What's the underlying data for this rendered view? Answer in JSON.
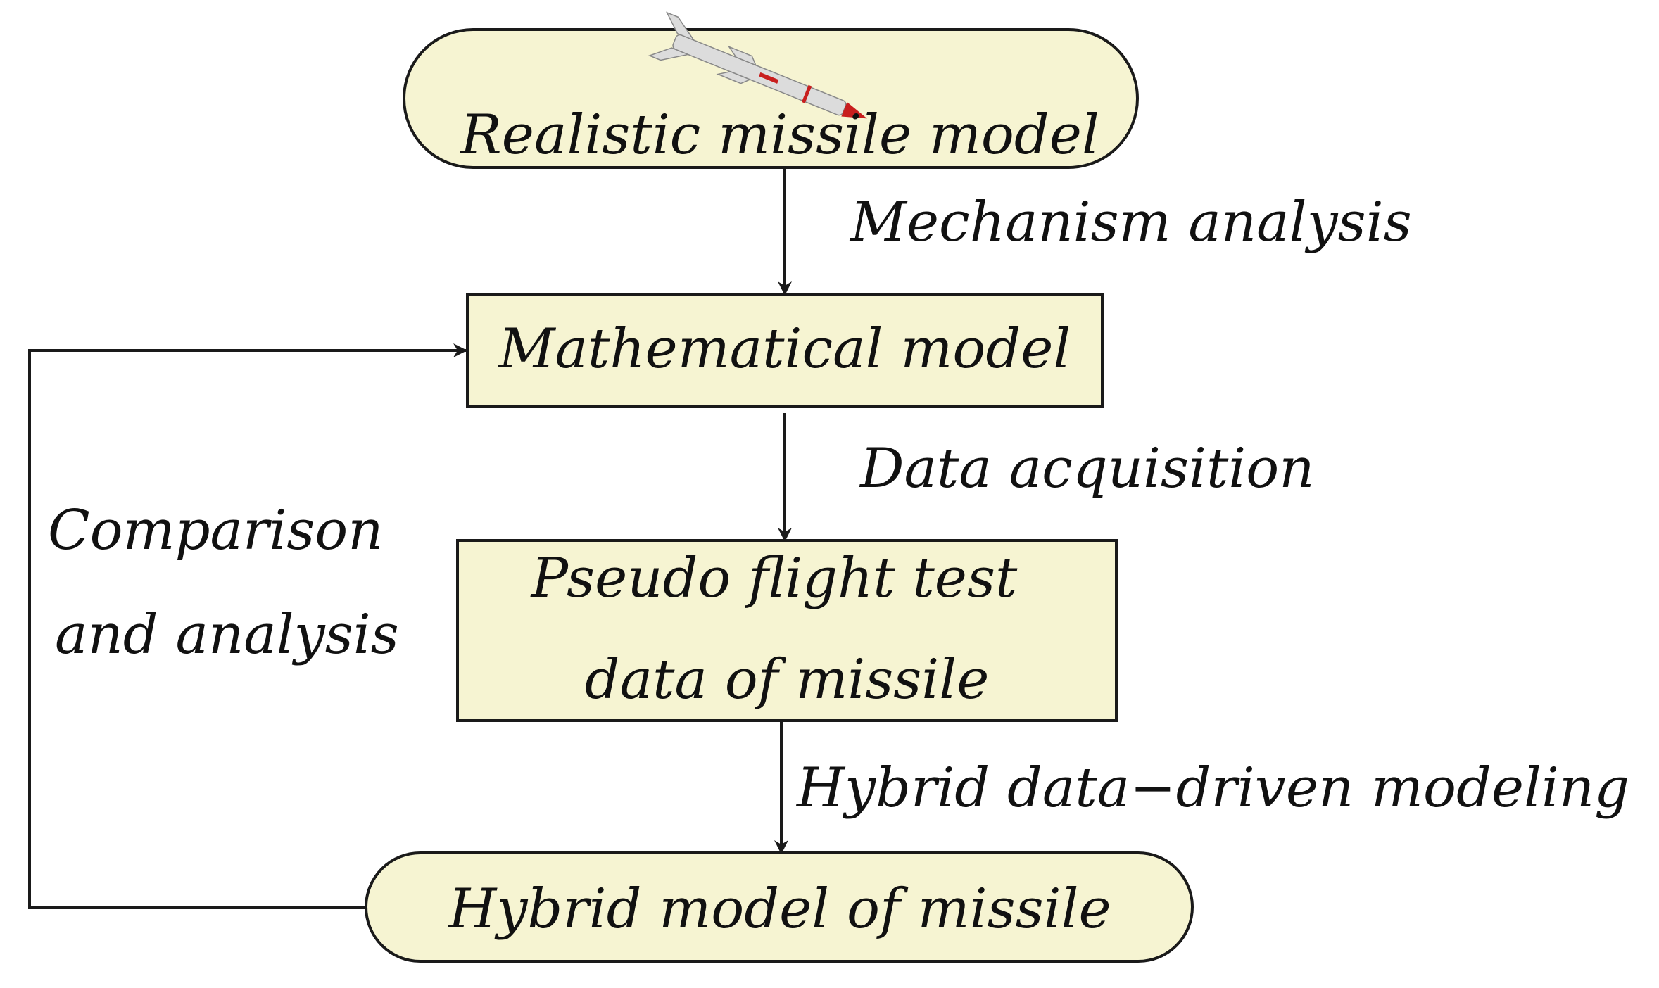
{
  "colors": {
    "node_fill": "#f6f4d2",
    "stroke": "#1a1a1a",
    "text": "#111111",
    "missile_body": "#dcdcdc",
    "missile_accent": "#c81e1e"
  },
  "nodes": {
    "realistic": {
      "label": "Realistic missile model",
      "shape": "terminal"
    },
    "mathematical": {
      "label": "Mathematical model",
      "shape": "process"
    },
    "pseudo": {
      "line1": "Pseudo flight test",
      "line2": "data of missile",
      "shape": "process"
    },
    "hybrid": {
      "label": "Hybrid model of missile",
      "shape": "terminal"
    }
  },
  "edges": {
    "mechanism": {
      "label": "Mechanism analysis"
    },
    "acquisition": {
      "label": "Data acquisition"
    },
    "hybrid_modeling": {
      "label": "Hybrid data−driven modeling"
    },
    "feedback": {
      "line1": "Comparison",
      "line2": "and analysis"
    }
  },
  "icons": {
    "missile": "missile-illustration"
  }
}
